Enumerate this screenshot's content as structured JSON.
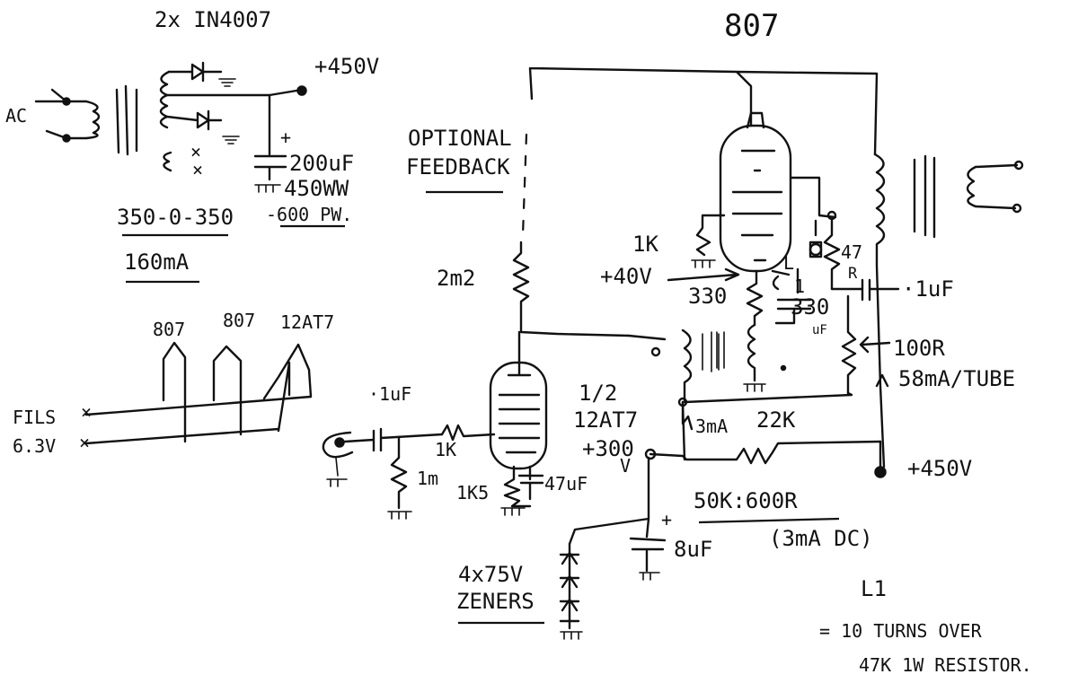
{
  "labels": {
    "tube_title": "807",
    "rectifier": "2x IN4007",
    "ac": "AC",
    "hv_top": "+450V",
    "cap_plus": "+",
    "cap_200": "200uF",
    "cap_450": "450WW",
    "trans_rating": "350-0-350",
    "trans_600": "-600 PW.",
    "trans_current": "160mA",
    "heater_807a": "807",
    "heater_807b": "807",
    "heater_12at7": "12AT7",
    "fils": "FILS",
    "fils_v": "6.3V",
    "optional": "OPTIONAL",
    "feedback": "FEEDBACK",
    "r_2m2": "2m2",
    "c_01_in": "·1uF",
    "r_1k_grid": "1K",
    "r_1m": "1m",
    "r_k_v1": "1K5",
    "c_47": "47uF",
    "half": "1/2",
    "v1_name": "12AT7",
    "v_300": "+300",
    "v_300_unit": "V",
    "r_1k_807": "1K",
    "bias_40": "+40V",
    "r_330": "330",
    "l1_label": "L",
    "l1_num": "1",
    "c_330": "330",
    "c_330_unit": "uF",
    "r_47": "47",
    "r_47_unit": "R",
    "c_01_out": "·1uF",
    "r_100": "100R",
    "current_tube": "58mA/TUBE",
    "ma_3": "3mA",
    "r_22k": "22K",
    "hv_bottom": "+450V",
    "choke": "50K:600R",
    "choke_dc": "(3mA DC)",
    "cap_8_plus": "+",
    "c_8": "8uF",
    "zeners_a": "4x75V",
    "zeners_b": "ZENERS",
    "l1_note": "L1",
    "note_1": "= 10 TURNS OVER",
    "note_2": "47K 1W RESISTOR."
  }
}
